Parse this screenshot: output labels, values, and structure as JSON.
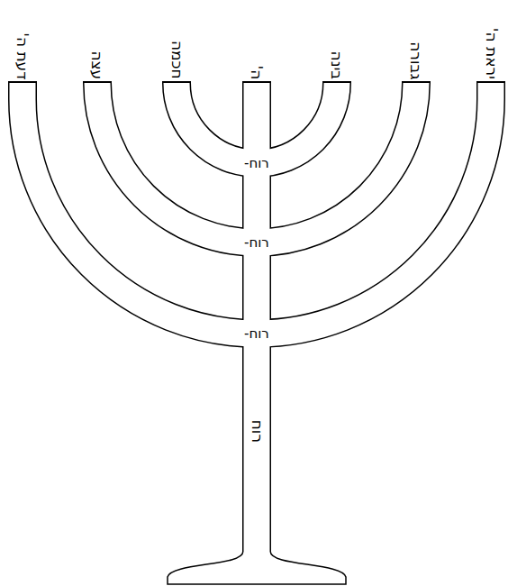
{
  "diagram": {
    "labels": [
      "יראת ה'",
      "גבורה",
      "בינה",
      "ה'",
      "חכמה",
      "עצה",
      "דעת ה'",
      "רוח-",
      "רוח-",
      "רוח-",
      "רוח"
    ]
  }
}
